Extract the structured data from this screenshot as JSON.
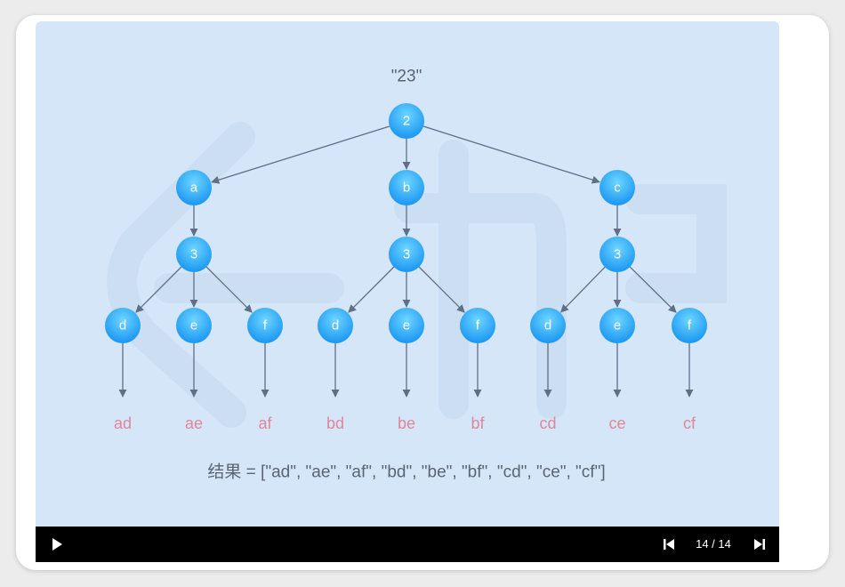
{
  "diagram": {
    "input_label": "\"23\"",
    "root": "2",
    "branches": [
      {
        "letter": "a",
        "digit": "3",
        "leaves": [
          "d",
          "e",
          "f"
        ],
        "results": [
          "ad",
          "ae",
          "af"
        ]
      },
      {
        "letter": "b",
        "digit": "3",
        "leaves": [
          "d",
          "e",
          "f"
        ],
        "results": [
          "bd",
          "be",
          "bf"
        ]
      },
      {
        "letter": "c",
        "digit": "3",
        "leaves": [
          "d",
          "e",
          "f"
        ],
        "results": [
          "cd",
          "ce",
          "cf"
        ]
      }
    ],
    "result_line": "结果 = [\"ad\", \"ae\", \"af\", \"bd\", \"be\", \"bf\", \"cd\", \"ce\", \"cf\"]",
    "colors": {
      "background": "#d4e6f8",
      "node_top": "#5fd0ff",
      "node_bottom": "#1e9bf5",
      "edge": "#5f6f85",
      "result_text": "#e0879a",
      "label_text": "#5b6472"
    }
  },
  "player": {
    "counter": "14 / 14",
    "play_icon": "play-icon",
    "prev_icon": "skip-back-icon",
    "next_icon": "skip-forward-icon"
  }
}
